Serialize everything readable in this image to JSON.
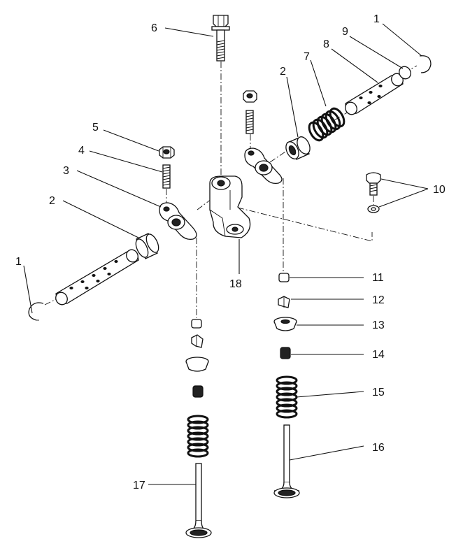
{
  "diagram": {
    "callouts": {
      "c1_right": "1",
      "c9": "9",
      "c8": "8",
      "c7": "7",
      "c2_right": "2",
      "c6": "6",
      "c5": "5",
      "c4": "4",
      "c3": "3",
      "c2_left": "2",
      "c1_left": "1",
      "c10": "10",
      "c11": "11",
      "c12": "12",
      "c13": "13",
      "c14": "14",
      "c15": "15",
      "c16": "16",
      "c17": "17",
      "c18": "18"
    },
    "line_color": "#111111",
    "background": "#ffffff"
  }
}
